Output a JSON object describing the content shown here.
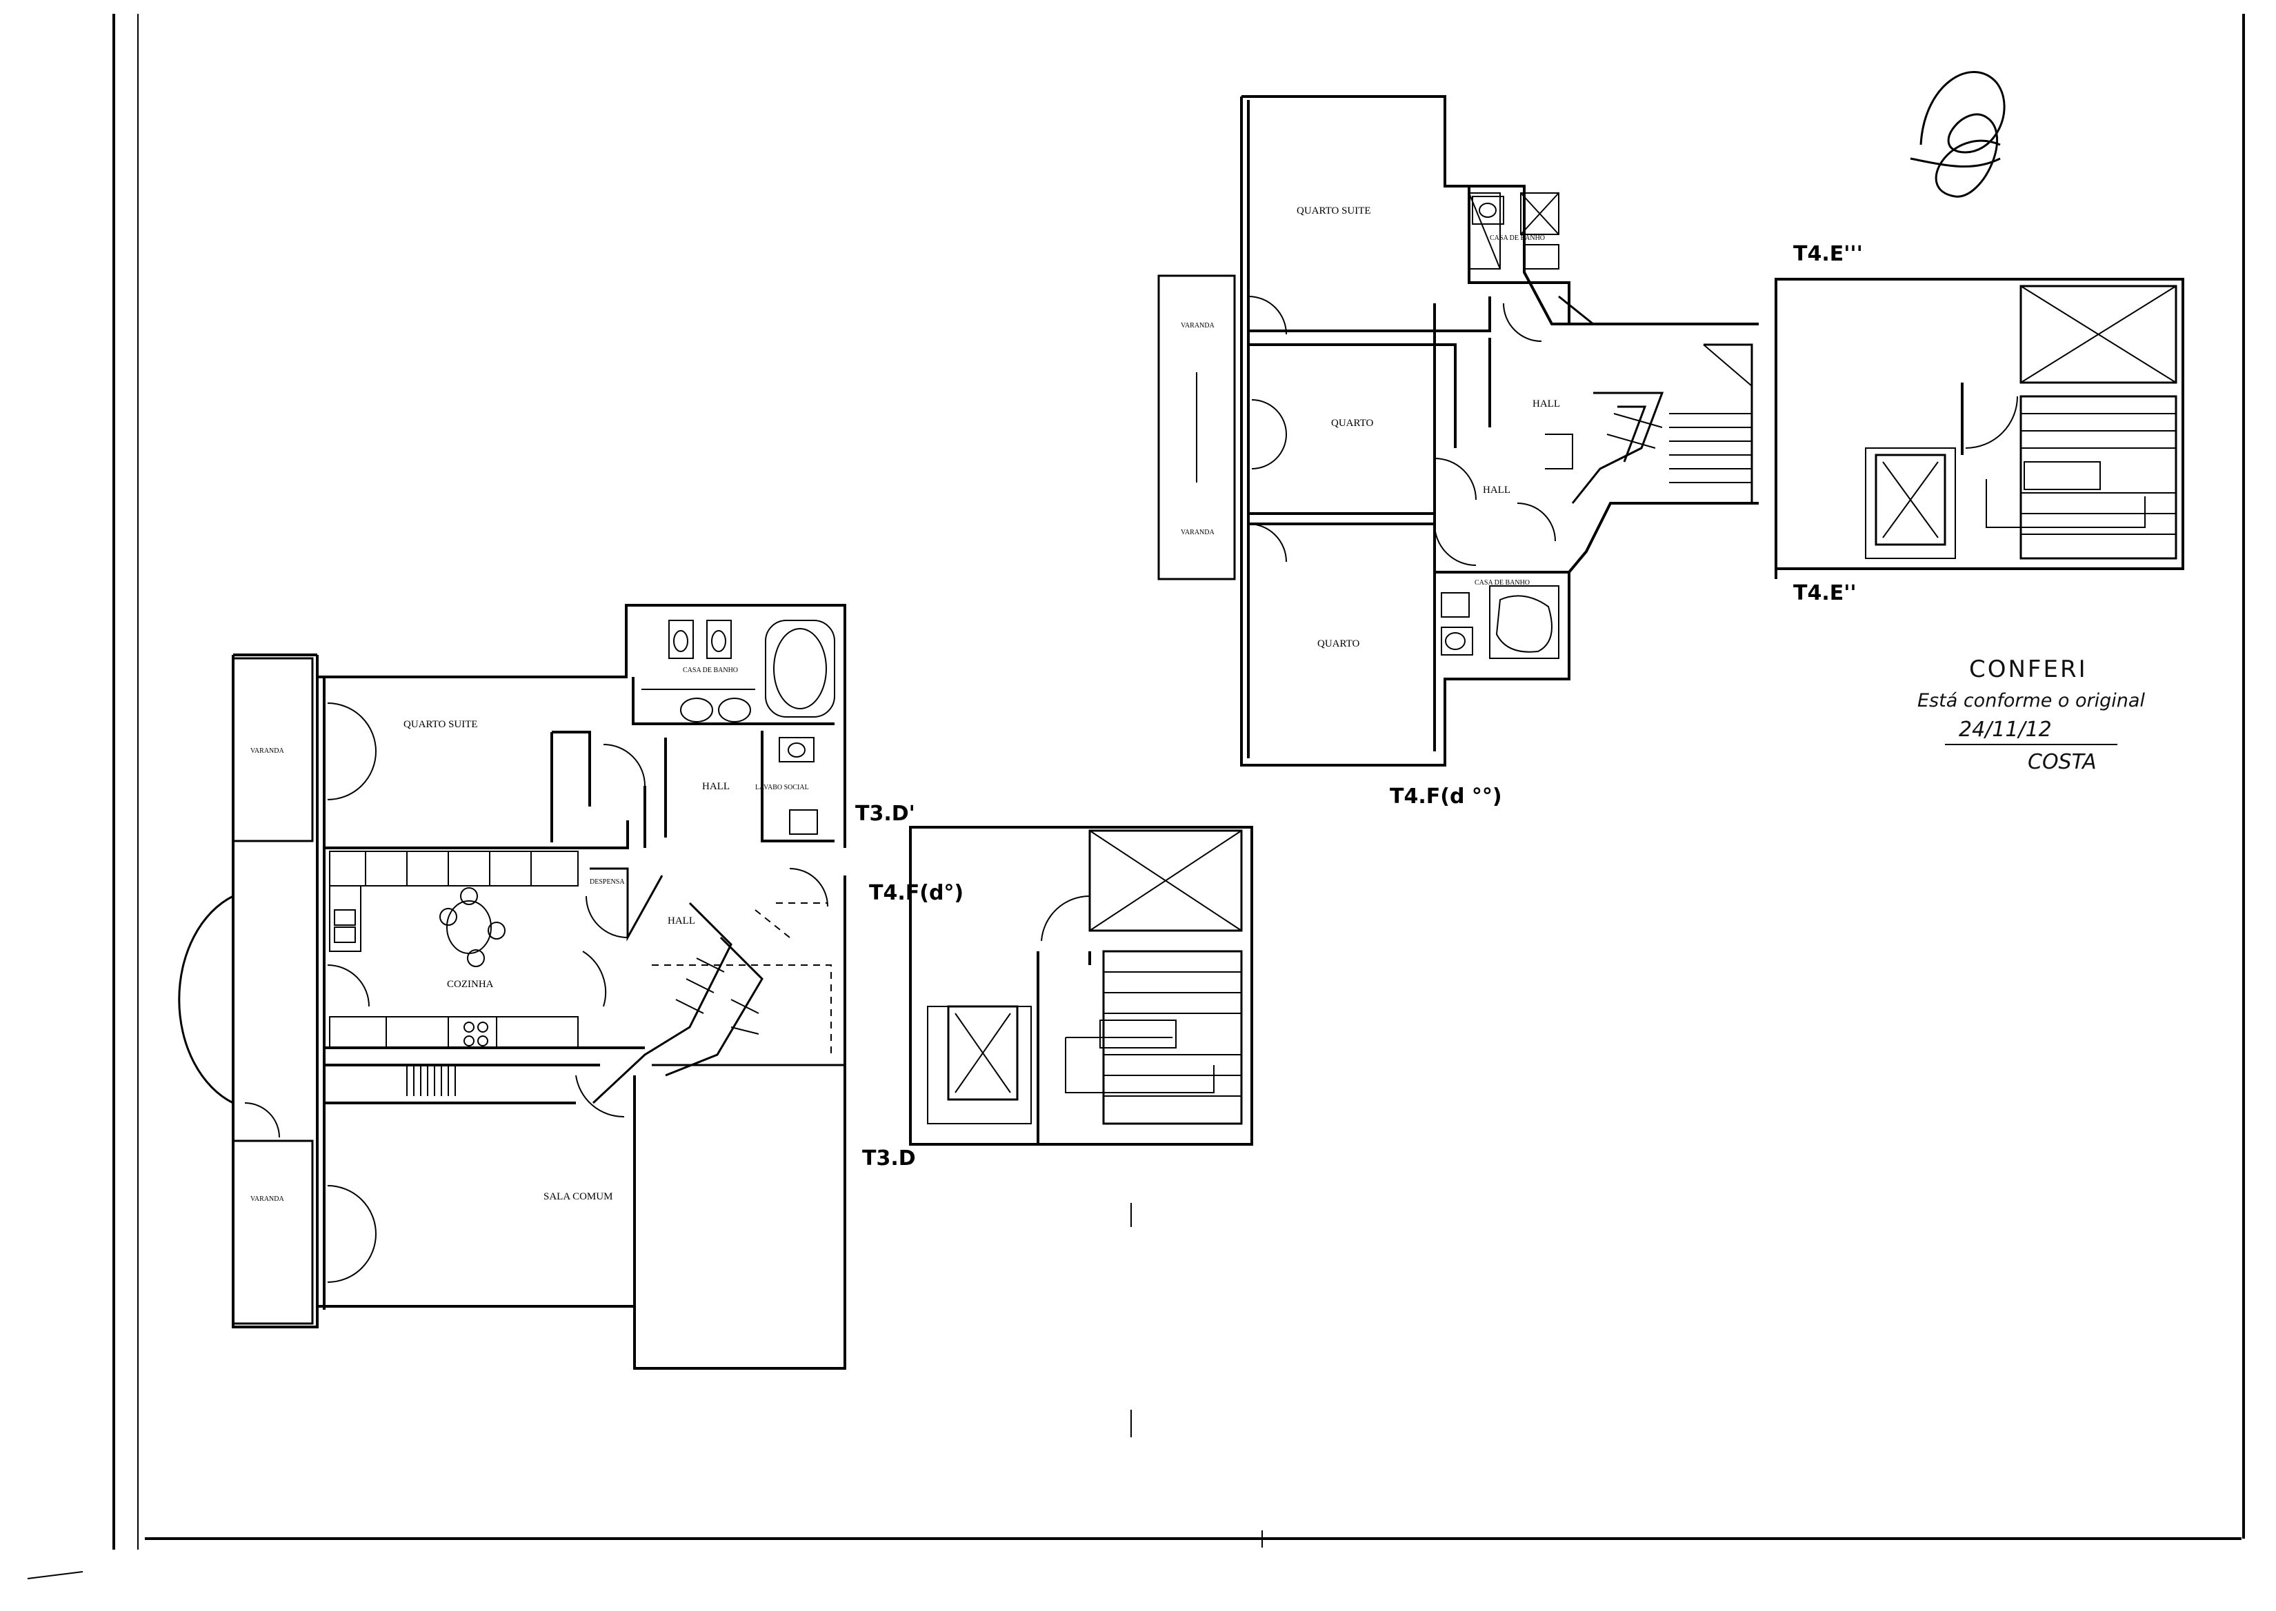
{
  "plan_left": {
    "rooms": {
      "quarto_suite": "QUARTO SUITE",
      "casa_de_banho": "CASA DE BANHO",
      "hall_upper": "HALL",
      "lavabo_social": "LAVABO SOCIAL",
      "despensa": "DESPENSA",
      "hall_lower": "HALL",
      "cozinha": "COZINHA",
      "sala_comum": "SALA COMUM",
      "varanda_top": "VARANDA",
      "varanda_bottom": "VARANDA"
    },
    "tags": {
      "t3_d_prime": "T3.D'",
      "t4_f": "T4.F(d°)",
      "t3_d": "T3.D"
    }
  },
  "plan_right": {
    "rooms": {
      "quarto_suite": "QUARTO SUITE",
      "casa_de_banho_top": "CASA DE BANHO",
      "hall_a": "HALL",
      "hall_b": "HALL",
      "quarto_a": "QUARTO",
      "quarto_b": "QUARTO",
      "casa_de_banho_bottom": "CASA DE BANHO",
      "varanda_top": "VARANDA",
      "varanda_bottom": "VARANDA"
    },
    "tags": {
      "t4_e_triple": "T4.E'''",
      "t4_e_double": "T4.E''",
      "t4_f_mirror": "T4.F(d °°)"
    }
  },
  "stamp": {
    "title": "CONFERI",
    "subtitle": "Está conforme o original",
    "date": "24/11/12",
    "name": "COSTA"
  }
}
